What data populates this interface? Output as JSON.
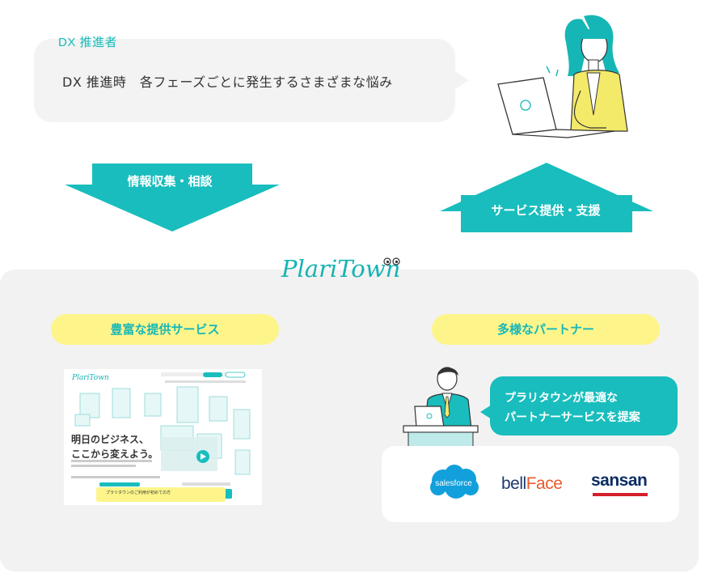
{
  "speech": {
    "label": "DX 推進者",
    "text": "DX 推進時　各フェーズごとに発生するさまざまな悩み"
  },
  "arrows": {
    "down_label": "情報収集・相談",
    "up_label": "サービス提供・支援"
  },
  "brand": {
    "logo_text": "PlariTown"
  },
  "sections": {
    "left_pill": "豊富な提供サービス",
    "right_pill": "多様なパートナー"
  },
  "website": {
    "logo": "PlariTown",
    "headline_line1": "明日のビジネス、",
    "headline_line2": "ここから変えよう。",
    "cta": "プラリタウンのご利用が初めての方"
  },
  "partner_bubble": {
    "line1": "プラリタウンが最適な",
    "line2": "パートナーサービスを提案"
  },
  "partners": {
    "salesforce": "salesforce",
    "bellface_prefix": "bell",
    "bellface_suffix": "Face",
    "sansan": "sansan"
  },
  "colors": {
    "teal": "#19bdbd",
    "yellow": "#fdf58a",
    "panel_bg": "#f2f2f2",
    "bubble_bg": "#f3f3f3"
  }
}
